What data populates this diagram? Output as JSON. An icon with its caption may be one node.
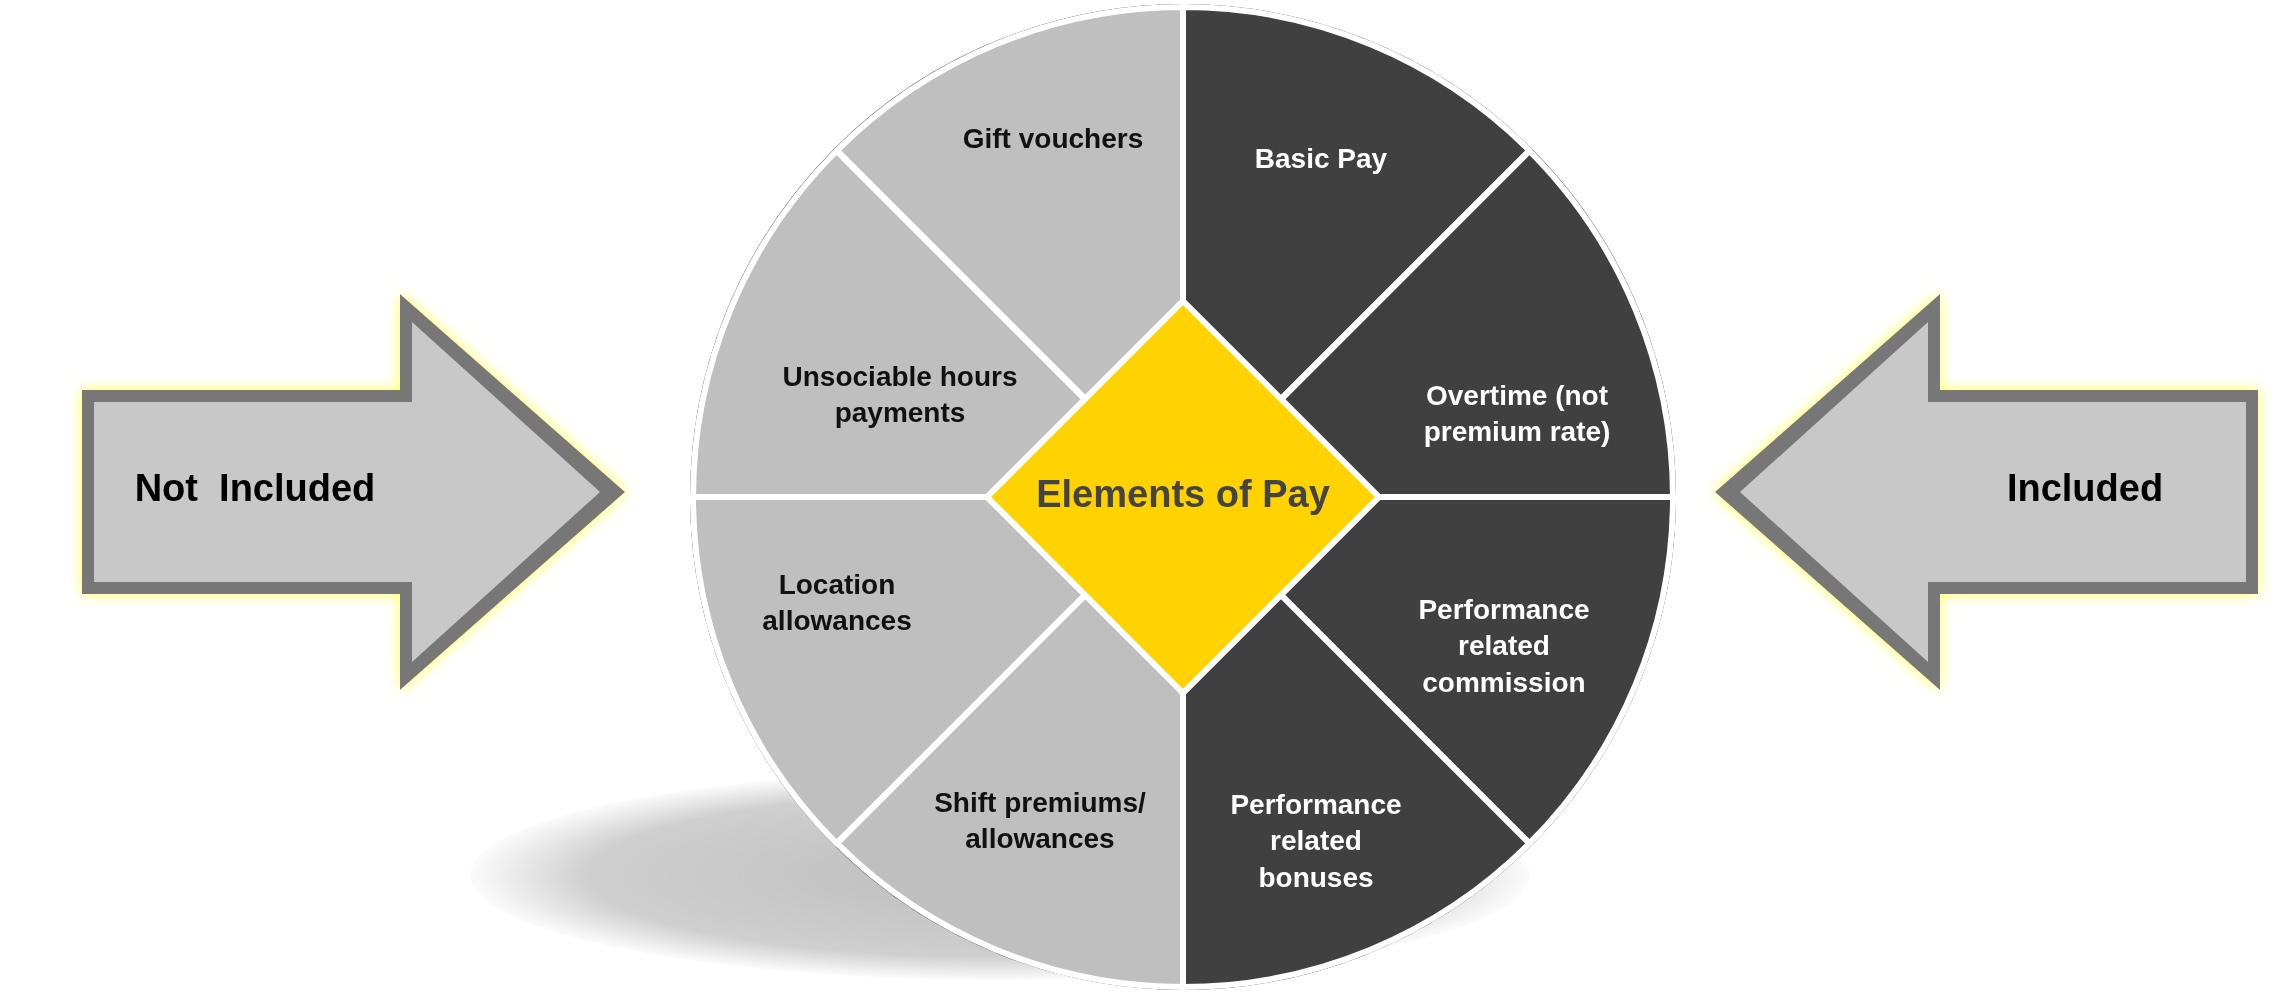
{
  "diagram": {
    "nodes": [
      {
        "text": [
          "Not  Included"
        ]
      },
      {
        "text": [],
        "shape": "circle"
      },
      {
        "text": [
          "Gift vouchers"
        ],
        "in": 1
      },
      {
        "text": [
          "Unsociable hours payments"
        ],
        "in": 1
      },
      {
        "text": [
          "Location allowances"
        ],
        "in": 1
      },
      {
        "text": [
          "Shift premiums/ allowances"
        ],
        "in": 1
      },
      {
        "text": [
          "Basic Pay"
        ],
        "in": 1
      },
      {
        "text": [
          "Overtime (not premium rate)"
        ],
        "in": 1
      },
      {
        "text": [
          "Performance related commission"
        ],
        "in": 1
      },
      {
        "text": [
          "Performance related bonuses"
        ],
        "in": 1
      },
      {
        "text": [
          "Elements of Pay"
        ],
        "in": 1
      },
      {
        "text": [
          "Included"
        ]
      }
    ]
  }
}
